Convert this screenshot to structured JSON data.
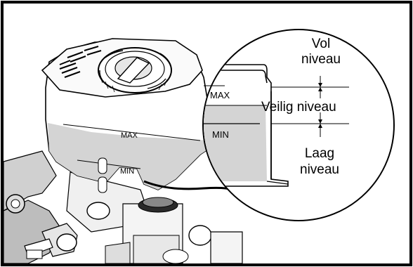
{
  "labels": {
    "reservoir_max": "MAX",
    "reservoir_min": "MIN",
    "zoom_max": "MAX",
    "zoom_min": "MIN",
    "vol_line1": "Vol",
    "vol_line2": "niveau",
    "veilig": "Veilig niveau",
    "laag_line1": "Laag",
    "laag_line2": "niveau"
  },
  "colors": {
    "frame": "#000000",
    "fluid": "#d4d4d4",
    "background": "#ffffff"
  }
}
